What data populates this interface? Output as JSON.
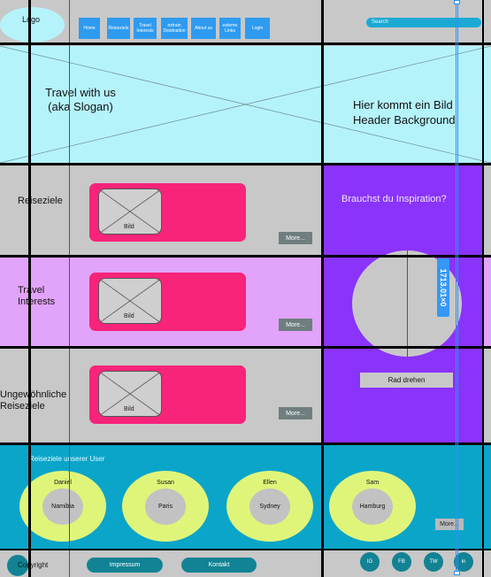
{
  "header": {
    "logo": "Logo",
    "nav": [
      "Home",
      "Reiseziele",
      "Travel Interests",
      "extrain Destination",
      "About us",
      "externe Links",
      "Login"
    ],
    "search_placeholder": "Search"
  },
  "hero": {
    "slogan_line1": "Travel with us",
    "slogan_line2": "(aka Slogan)",
    "bg_line1": "Hier kommt ein Bild",
    "bg_line2": "Header Background"
  },
  "rows": [
    {
      "title": "Reiseziele",
      "image_label": "Bild",
      "more": "More..."
    },
    {
      "title": "Travel Interests",
      "image_label": "Bild",
      "more": "More..."
    },
    {
      "title": "Ungewöhnliche Reiseziele",
      "image_label": "Bild",
      "more": "More..."
    }
  ],
  "inspiration": {
    "title": "Brauchst du Inspiration?",
    "button": "Rad drehen",
    "measure": "1713.01×0"
  },
  "users": {
    "title": "Reiseziele unserer User",
    "items": [
      {
        "name": "Daniel",
        "place": "Namibia"
      },
      {
        "name": "Susan",
        "place": "Paris"
      },
      {
        "name": "Ellen",
        "place": "Sydney"
      },
      {
        "name": "Sam",
        "place": "Hamburg"
      }
    ],
    "more": "More..."
  },
  "footer": {
    "copyright": "Copyright",
    "impressum": "Impressum",
    "kontakt": "Kontakt",
    "social": [
      "IG",
      "FB",
      "TW",
      "in"
    ]
  },
  "colors": {
    "hero_bg": "#b5f3fb",
    "pink_card": "#f7247a",
    "violet": "#8a33fa",
    "users_bg": "#0ba5c9",
    "ring": "#dff57a",
    "nav_blue": "#2e9bf0"
  }
}
